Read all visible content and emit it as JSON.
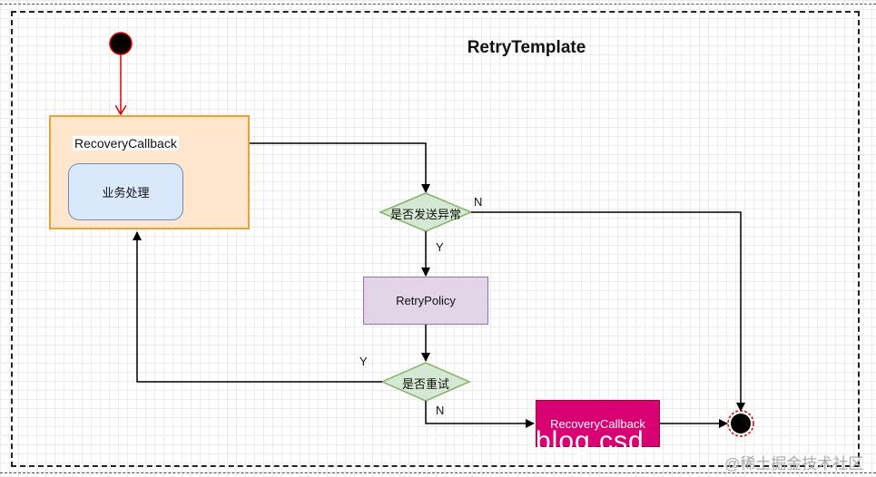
{
  "title": "RetryTemplate",
  "nodes": {
    "recovery_callback_outer": "RecoveryCallback",
    "business_processing": "业务处理",
    "decision_exception": "是否发送异常",
    "retry_policy": "RetryPolicy",
    "decision_retry": "是否重试",
    "recovery_callback_final": "RecoveryCallback"
  },
  "edges": {
    "exception_no": "N",
    "exception_yes": "Y",
    "retry_yes": "Y",
    "retry_no": "N"
  },
  "watermarks": {
    "overlay": "blog.csd",
    "corner": "@稀土掘金技术社区"
  },
  "colors": {
    "start_arrow": "#e00000",
    "orange_fill": "#ffe6cc",
    "blue_fill": "#dae8fc",
    "purple_fill": "#e1d5e7",
    "pink_fill": "#d80073",
    "diamond_fill": "#d5e8d4"
  }
}
